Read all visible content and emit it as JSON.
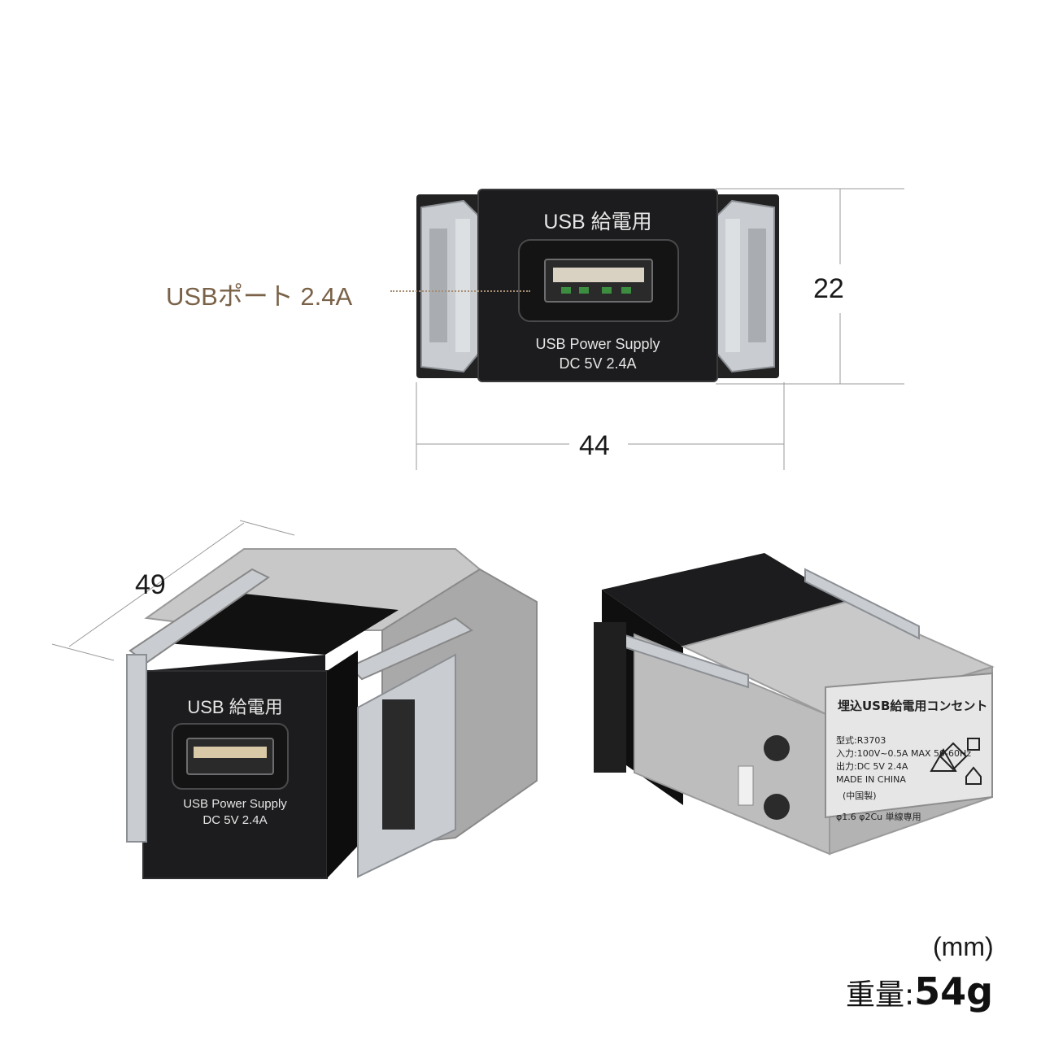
{
  "front_view": {
    "plate_title": "USB 給電用",
    "plate_line1": "USB Power Supply",
    "plate_line2": "DC 5V  2.4A",
    "callout": "USBポート 2.4A",
    "height_dim": "22",
    "width_dim": "44"
  },
  "left_perspective": {
    "plate_title": "USB 給電用",
    "plate_line1": "USB Power Supply",
    "plate_line2": "DC 5V  2.4A",
    "depth_dim": "49"
  },
  "right_perspective": {
    "label_title": "埋込USB給電用コンセント",
    "label_lines": [
      "型式:R3703",
      "入力:100V~0.5A MAX 50-60Hz",
      "出力:DC 5V  2.4A",
      "MADE IN CHINA",
      "(中国製)",
      "φ1.6 φ2Cu 単線専用"
    ]
  },
  "units": "(mm)",
  "weight": {
    "label": "重量:",
    "value": "54g"
  },
  "colors": {
    "callout": "#7a6248",
    "plate": "#1c1c1e",
    "housing": "#bfbfbf",
    "metal": "#c9ccd0"
  }
}
